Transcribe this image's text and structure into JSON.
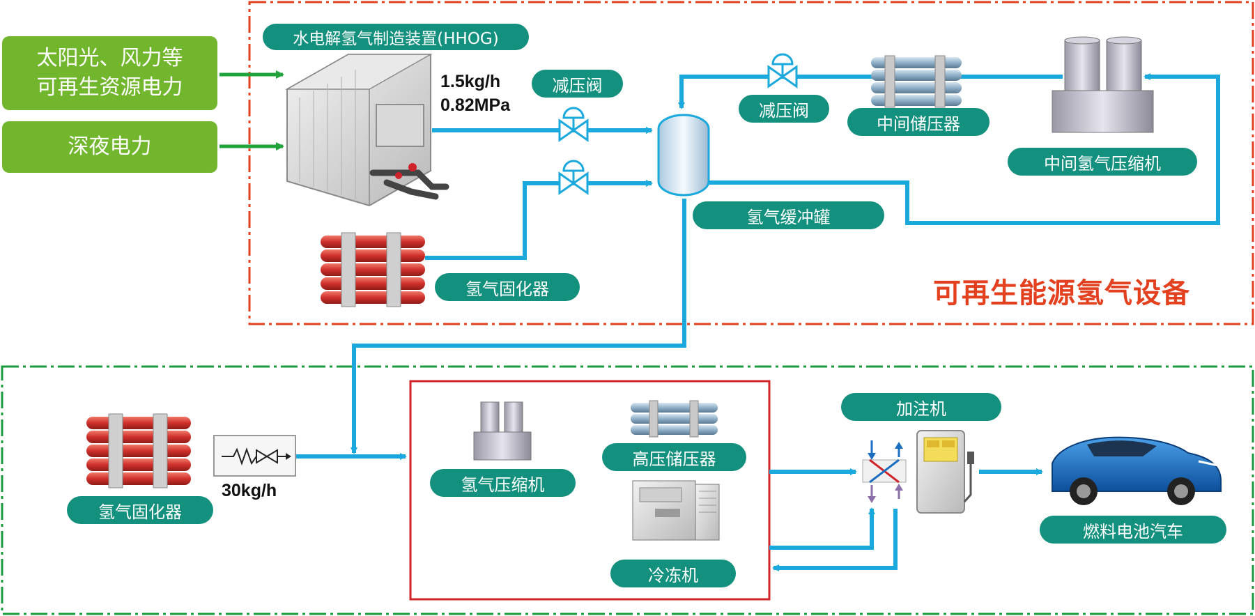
{
  "zones": {
    "renewable_title": "可再生能源氢气设备"
  },
  "sources": {
    "renewable_power": "太阳光、风力等\n可再生资源电力",
    "night_power": "深夜电力"
  },
  "hhog": {
    "title": "水电解氢气制造装置(HHOG)",
    "spec": "1.5kg/h\n0.82MPa"
  },
  "labels": {
    "valve_a": "减压阀",
    "valve_b": "减压阀",
    "intermediate_storage": "中间储压器",
    "intermediate_compressor": "中间氢气压缩机",
    "buffer_tank": "氢气缓冲罐",
    "solidifier_top": "氢气固化器",
    "solidifier_bottom": "氢气固化器",
    "flow_rate": "30kg/h",
    "compressor": "氢气压缩机",
    "hp_storage": "高压储压器",
    "chiller": "冷冻机",
    "dispenser": "加注机",
    "fcv": "燃料电池汽车"
  },
  "colors": {
    "pipe": "#1ba8dc",
    "pill": "#14907f",
    "source": "#71b62c",
    "renewable_border": "#e2401e",
    "station_border": "#1a9a3c",
    "station_box": "#d0242b"
  }
}
